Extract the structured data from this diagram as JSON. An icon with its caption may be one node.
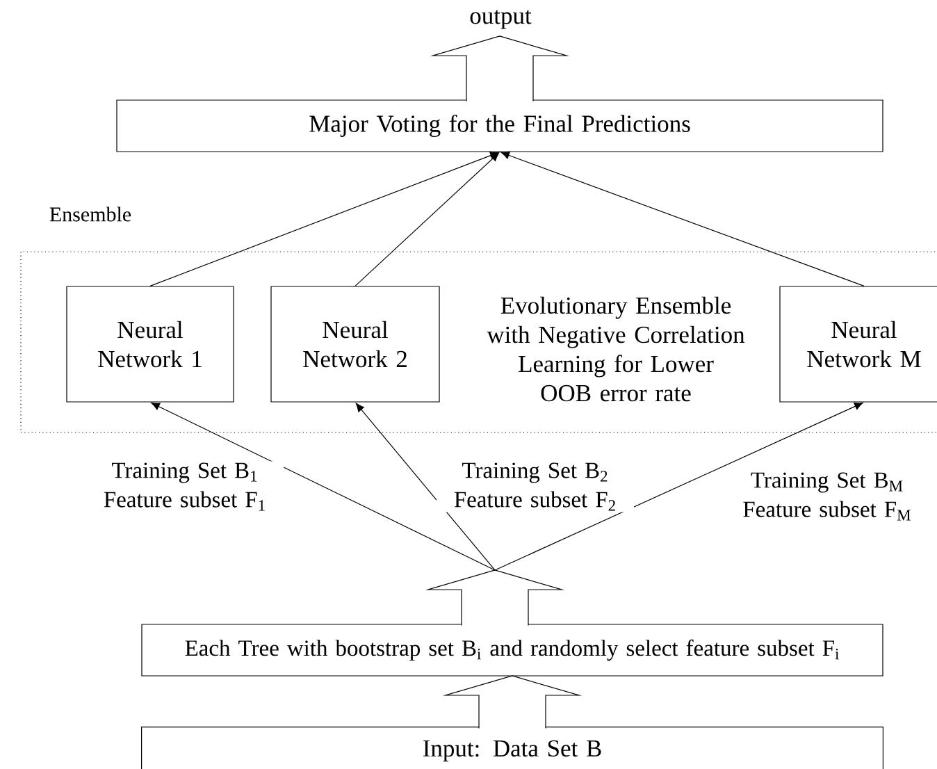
{
  "diagram": {
    "nodes": [
      {
        "text": [
          "output"
        ]
      },
      {
        "text": [
          "Major Voting for the Final Predictions"
        ]
      },
      {
        "text": [
          "Ensemble",
          "Evolutionary Ensemble with Negative Correlation Learning for Lower OOB error rate"
        ]
      },
      {
        "text": [
          "Neural Network 1"
        ],
        "in": 2
      },
      {
        "text": [
          "Neural Network 2"
        ],
        "in": 2
      },
      {
        "text": [
          "Neural Network M"
        ],
        "in": 2
      },
      {
        "text": [
          "Each Tree with bootstrap set B$_{i}$ and randomly select feature subset F$_{i}$"
        ]
      },
      {
        "text": [
          "Input: Data Set B"
        ]
      }
    ],
    "edges": [
      {
        "from": 1,
        "to": 0,
        "arrow": "to",
        "style": "thick"
      },
      {
        "from": 3,
        "to": 1,
        "arrow": "to"
      },
      {
        "from": 4,
        "to": 1,
        "arrow": "to"
      },
      {
        "from": 5,
        "to": 1,
        "arrow": "to"
      },
      {
        "from": 6,
        "to": 3,
        "arrow": "to",
        "label": "Training Set B$_{1}$ Feature subset F$_{1}$"
      },
      {
        "from": 6,
        "to": 4,
        "arrow": "to",
        "label": "Training Set B$_{2}$ Feature subset F$_{2}$"
      },
      {
        "from": 6,
        "to": 5,
        "arrow": "to",
        "label": "Training Set B$_{M}$ Feature subset F$_{M}$"
      },
      {
        "from": 7,
        "to": 6,
        "arrow": "to",
        "style": "thick"
      }
    ]
  }
}
